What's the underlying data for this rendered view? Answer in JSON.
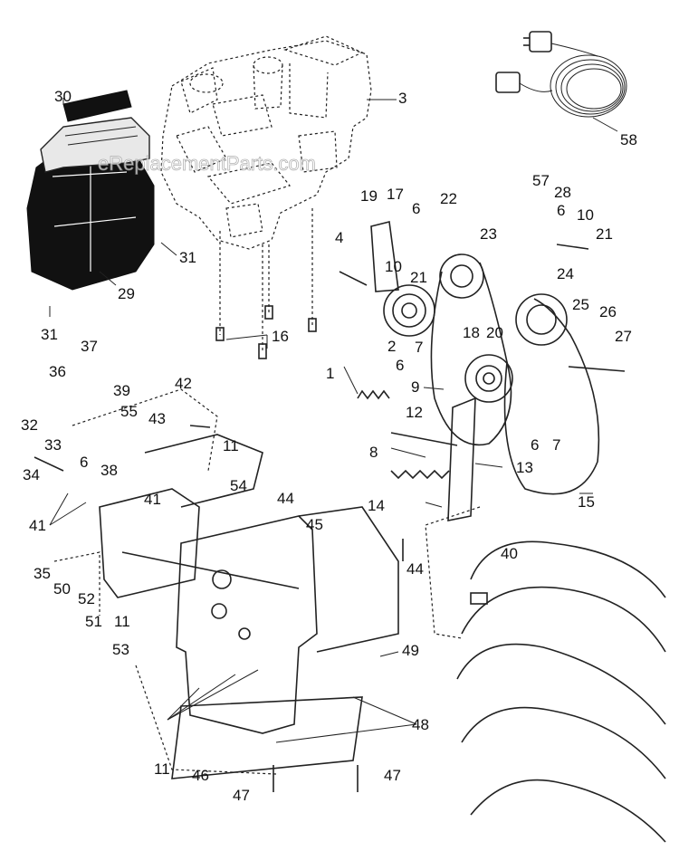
{
  "watermark": "eReplacementParts.com",
  "callouts": {
    "c1": "1",
    "c2": "2",
    "c3": "3",
    "c4": "4",
    "c6a": "6",
    "c6b": "6",
    "c6c": "6",
    "c6d": "6",
    "c6e": "6",
    "c7a": "7",
    "c7b": "7",
    "c8": "8",
    "c9": "9",
    "c10a": "10",
    "c10b": "10",
    "c11a": "11",
    "c11b": "11",
    "c11c": "11",
    "c12": "12",
    "c13": "13",
    "c14": "14",
    "c15": "15",
    "c16": "16",
    "c17": "17",
    "c18": "18",
    "c19": "19",
    "c20": "20",
    "c21a": "21",
    "c21b": "21",
    "c22": "22",
    "c23": "23",
    "c24": "24",
    "c25": "25",
    "c26": "26",
    "c27": "27",
    "c28": "28",
    "c29": "29",
    "c30": "30",
    "c31a": "31",
    "c31b": "31",
    "c32": "32",
    "c33": "33",
    "c34": "34",
    "c35": "35",
    "c36": "36",
    "c37": "37",
    "c38": "38",
    "c39": "39",
    "c40": "40",
    "c41a": "41",
    "c41b": "41",
    "c42": "42",
    "c43": "43",
    "c44a": "44",
    "c44b": "44",
    "c45": "45",
    "c46": "46",
    "c47a": "47",
    "c47b": "47",
    "c48": "48",
    "c49": "49",
    "c50": "50",
    "c51": "51",
    "c52": "52",
    "c53": "53",
    "c54": "54",
    "c55": "55",
    "c57": "57",
    "c58": "58"
  }
}
